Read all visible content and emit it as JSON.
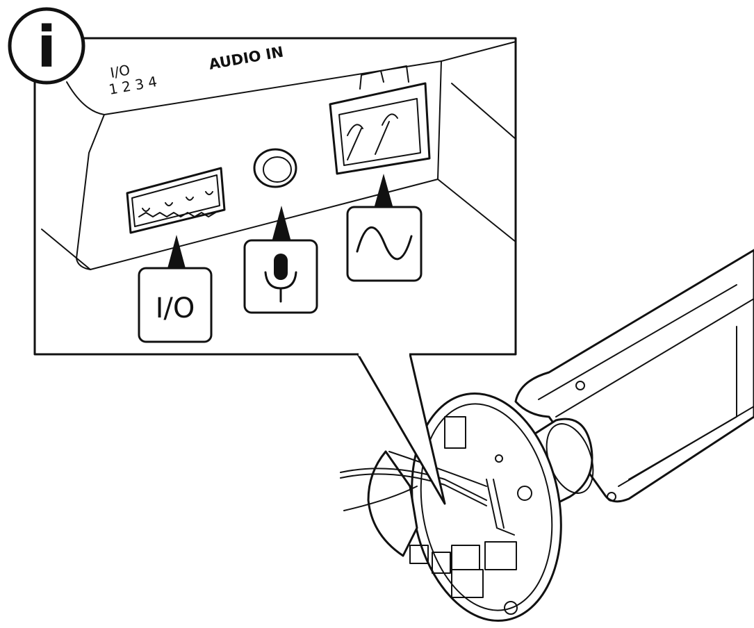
{
  "info_badge": {
    "glyph": "i",
    "icon": "info-icon"
  },
  "panel_labels": {
    "io_title": "I/O",
    "io_pins": "1 2 3 4",
    "audio_in": "AUDIO IN"
  },
  "callouts": {
    "io": {
      "text": "I/O",
      "icon": "io-connector-icon"
    },
    "audio": {
      "icon": "microphone-icon"
    },
    "power": {
      "icon": "ac-power-icon"
    }
  },
  "colors": {
    "line": "#111111",
    "background": "#ffffff"
  }
}
